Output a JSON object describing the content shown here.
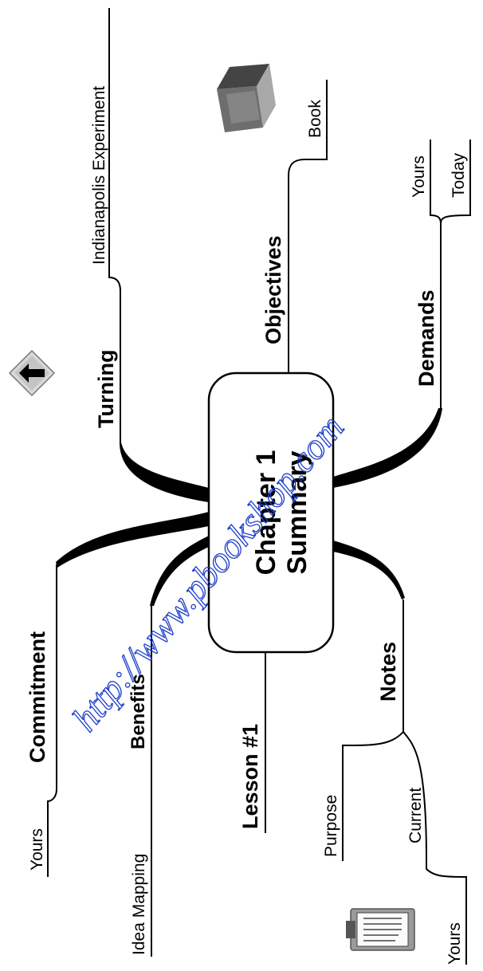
{
  "center": {
    "line1": "Chapter 1",
    "line2": "Summary"
  },
  "branches": {
    "turning": "Turning",
    "indianapolis": "Indianapolis Experiment",
    "objectives": "Objectives",
    "book": "Book",
    "demands": "Demands",
    "yours_demands": "Yours",
    "today": "Today",
    "commitment": "Commitment",
    "yours_commitment": "Yours",
    "benefits": "Benefits",
    "idea_mapping": "Idea Mapping",
    "lesson": "Lesson #1",
    "notes": "Notes",
    "purpose": "Purpose",
    "current": "Current",
    "yours_notes": "Yours"
  },
  "watermark": "http://www.pbookshop.com",
  "icons": [
    "arrow-diamond-icon",
    "book-icon",
    "clipboard-icon"
  ],
  "colors": {
    "line": "#000000",
    "watermark": "#1f3fc9"
  }
}
